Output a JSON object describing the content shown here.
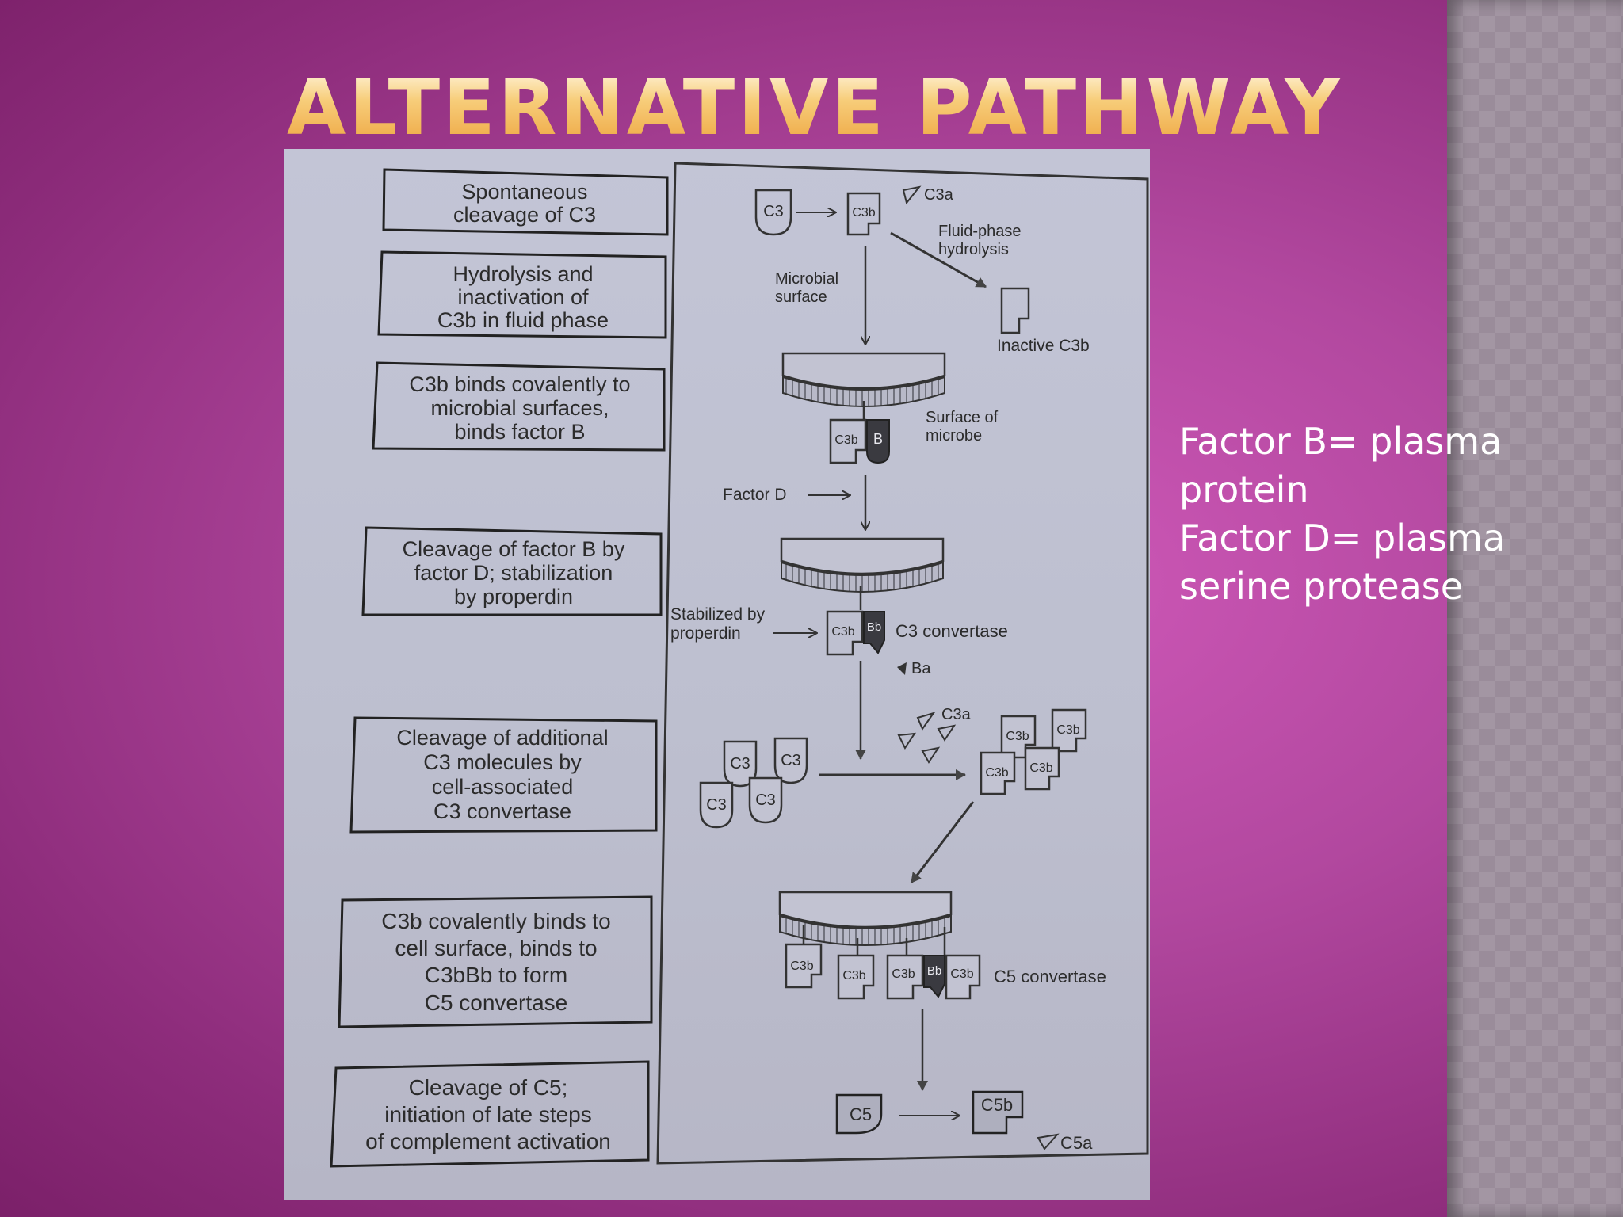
{
  "slide": {
    "title": "ALTERNATIVE PATHWAY",
    "notes": [
      "Factor B= plasma",
      "protein",
      "Factor D= plasma",
      "serine protease"
    ]
  },
  "diagram": {
    "steps": [
      [
        "Spontaneous",
        "cleavage of C3"
      ],
      [
        "Hydrolysis and",
        "inactivation of",
        "C3b in fluid phase"
      ],
      [
        "C3b binds covalently to",
        "microbial surfaces,",
        "binds factor B"
      ],
      [
        "Cleavage of factor B by",
        "factor D; stabilization",
        "by properdin"
      ],
      [
        "Cleavage of additional",
        "C3 molecules by",
        "cell-associated",
        "C3 convertase"
      ],
      [
        "C3b covalently binds to",
        "cell surface, binds to",
        "C3bBb to form",
        "C5 convertase"
      ],
      [
        "Cleavage of C5;",
        "initiation of late steps",
        "of complement activation"
      ]
    ],
    "labels": {
      "c3": "C3",
      "c3b": "C3b",
      "c3a": "C3a",
      "b": "B",
      "bb": "Bb",
      "ba": "Ba",
      "c5": "C5",
      "c5b": "C5b",
      "c5a": "C5a",
      "fluid_phase": [
        "Fluid-phase",
        "hydrolysis"
      ],
      "microbial_surface": [
        "Microbial",
        "surface"
      ],
      "inactive_c3b": "Inactive C3b",
      "surface_of_microbe": [
        "Surface of",
        "microbe"
      ],
      "factor_d": "Factor D",
      "stabilized": [
        "Stabilized by",
        "properdin"
      ],
      "c3_convertase": "C3 convertase",
      "c5_convertase": "C5 convertase"
    }
  }
}
